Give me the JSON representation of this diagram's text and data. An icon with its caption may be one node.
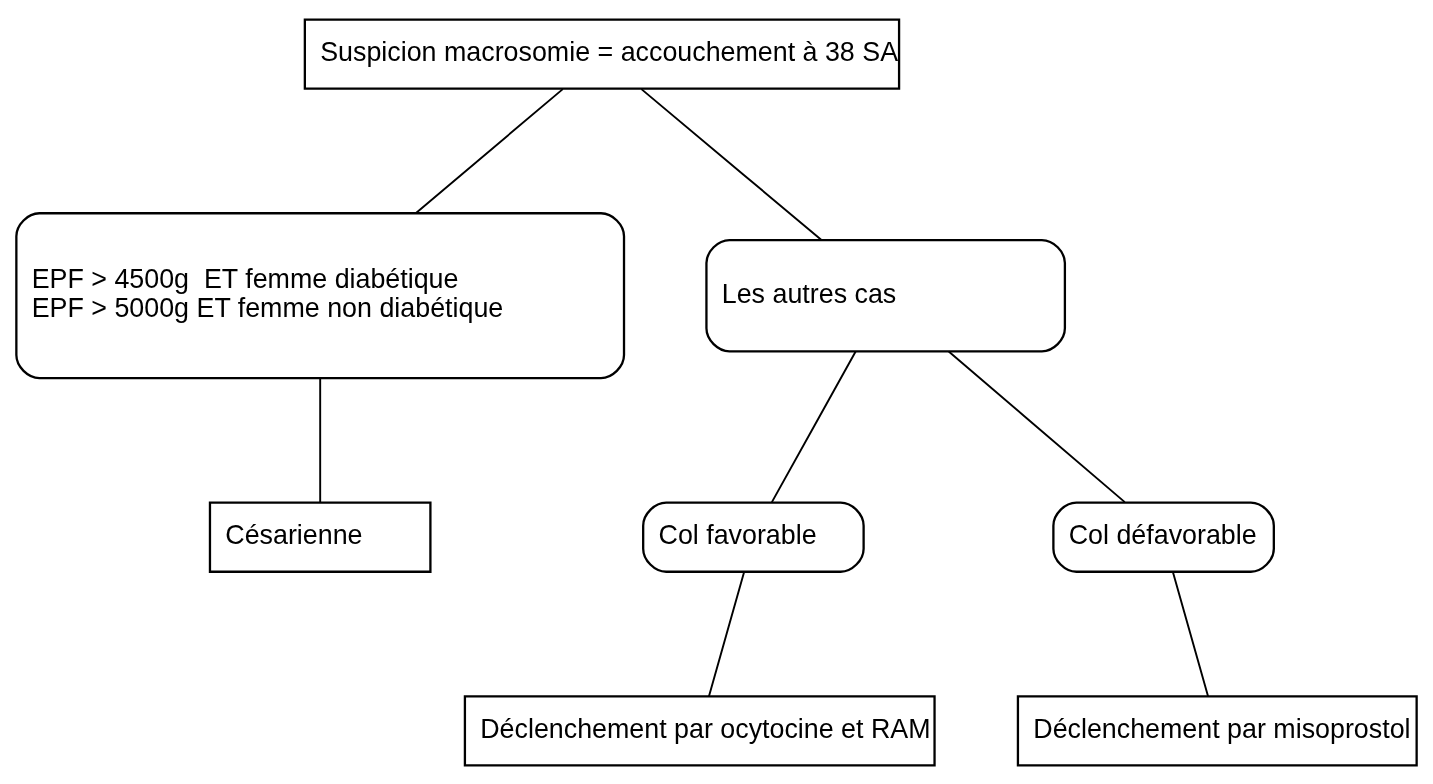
{
  "diagram": {
    "nodes": [
      {
        "text": [
          "Suspicion macrosomie = accouchement à 38 SA"
        ]
      },
      {
        "text": [
          "EPF > 4500g  ET femme diabétique",
          "EPF > 5000g ET femme non diabétique"
        ]
      },
      {
        "text": [
          "Les autres cas"
        ]
      },
      {
        "text": [
          "Col favorable"
        ]
      },
      {
        "text": [
          "Col défavorable"
        ]
      },
      {
        "text": [
          "Césarienne"
        ]
      },
      {
        "text": [
          "Déclenchement par ocytocine et RAM"
        ]
      },
      {
        "text": [
          "Déclenchement par misoprostol"
        ]
      }
    ],
    "edges": [
      {
        "from": 0,
        "to": 1,
        "arrow": "none"
      },
      {
        "from": 0,
        "to": 2,
        "arrow": "none"
      },
      {
        "from": 1,
        "to": 5,
        "arrow": "none"
      },
      {
        "from": 2,
        "to": 3,
        "arrow": "none"
      },
      {
        "from": 2,
        "to": 4,
        "arrow": "none"
      },
      {
        "from": 3,
        "to": 6,
        "arrow": "none"
      },
      {
        "from": 4,
        "to": 7,
        "arrow": "none"
      }
    ]
  }
}
